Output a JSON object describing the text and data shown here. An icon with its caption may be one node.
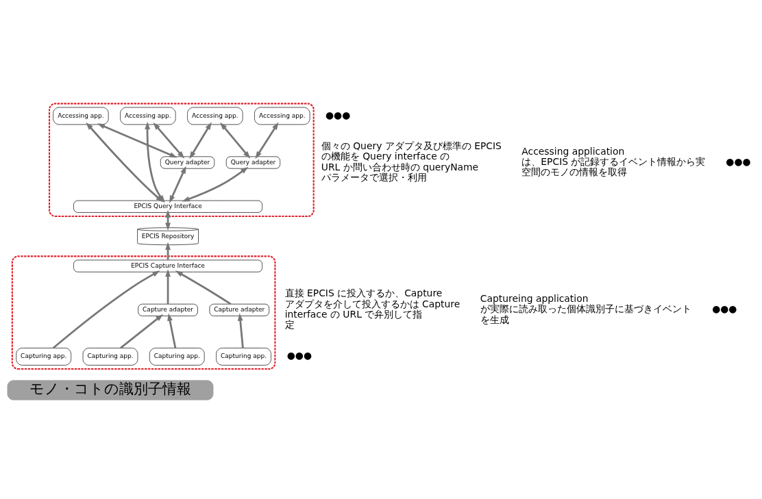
{
  "diagram": {
    "nodes": [
      {
        "text": [],
        "shape": "box"
      },
      {
        "text": [
          "Accessing app."
        ],
        "in": 0
      },
      {
        "text": [
          "Accessing app."
        ],
        "in": 0
      },
      {
        "text": [
          "Accessing app."
        ],
        "in": 0
      },
      {
        "text": [
          "Accessing app."
        ],
        "in": 0
      },
      {
        "text": [
          "Query adapter"
        ],
        "in": 0
      },
      {
        "text": [
          "Query adapter"
        ],
        "in": 0
      },
      {
        "text": [
          "EPCIS Query Interface"
        ],
        "in": 0
      },
      {
        "text": [
          "EPCIS Repository"
        ]
      },
      {
        "text": [],
        "shape": "box"
      },
      {
        "text": [
          "EPCIS Capture Interface"
        ],
        "in": 9
      },
      {
        "text": [
          "Capture adapter"
        ],
        "in": 9
      },
      {
        "text": [
          "Capture adapter"
        ],
        "in": 9
      },
      {
        "text": [
          "Capturing app."
        ],
        "in": 9
      },
      {
        "text": [
          "Capturing app."
        ],
        "in": 9
      },
      {
        "text": [
          "Capturing app."
        ],
        "in": 9
      },
      {
        "text": [
          "Capturing app."
        ],
        "in": 9
      },
      {
        "text": [
          "モノ・コトの識別子情報"
        ]
      }
    ],
    "edges": [
      {
        "from": 7,
        "to": 1,
        "arrow": "both"
      },
      {
        "from": 7,
        "to": 2,
        "arrow": "both"
      },
      {
        "from": 5,
        "to": 1,
        "arrow": "both"
      },
      {
        "from": 5,
        "to": 2,
        "arrow": "both"
      },
      {
        "from": 5,
        "to": 3,
        "arrow": "both"
      },
      {
        "from": 6,
        "to": 3,
        "arrow": "both"
      },
      {
        "from": 6,
        "to": 4,
        "arrow": "both"
      },
      {
        "from": 7,
        "to": 5,
        "arrow": "both"
      },
      {
        "from": 7,
        "to": 6,
        "arrow": "both"
      },
      {
        "from": 8,
        "to": 7,
        "arrow": "both"
      },
      {
        "from": 10,
        "to": 8,
        "arrow": "to"
      },
      {
        "from": 13,
        "to": 10,
        "arrow": "to"
      },
      {
        "from": 14,
        "to": 11,
        "arrow": "to"
      },
      {
        "from": 15,
        "to": 11,
        "arrow": "to"
      },
      {
        "from": 11,
        "to": 10,
        "arrow": "to"
      },
      {
        "from": 16,
        "to": 12,
        "arrow": "to"
      },
      {
        "from": 12,
        "to": 10,
        "arrow": "to"
      }
    ],
    "labels": [
      "Accessing application は、EPCIS が記録するイベント情報から実空間のモノの情報を取得",
      "個々の Query アダプタ及び標準の EPCIS の機能を Query interface の URL か問い合わせ時の queryName パラメータで選択・利用",
      "●●●",
      "●●●",
      "Captureing application が実際に読み取った個体識別子に基づきイベントを生成",
      "直接 EPCIS に投入するか、Capture アダプタを介して投入するかは Capture interface の URL で弁別して指定",
      "●●●",
      "●●●"
    ]
  }
}
